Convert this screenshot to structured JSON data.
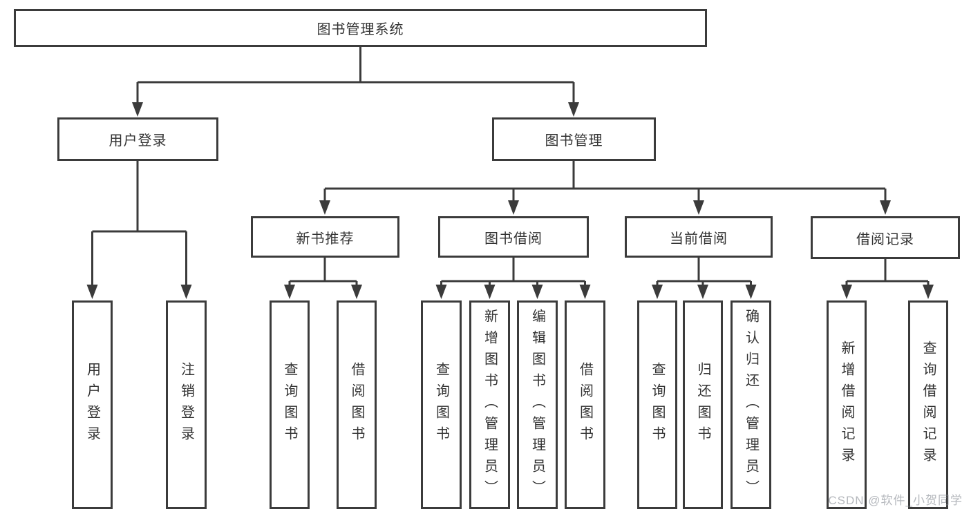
{
  "diagram": {
    "nodes": {
      "root": "图书管理系统",
      "user_login": "用户登录",
      "book_mgmt": "图书管理",
      "new_book_rec": "新书推荐",
      "book_borrow": "图书借阅",
      "current_borrow": "当前借阅",
      "borrow_records": "借阅记录",
      "leaf_user_login": "用户登录",
      "leaf_logout": "注销登录",
      "rec_query_books": "查询图书",
      "rec_borrow_books": "借阅图书",
      "bb_query_books": "查询图书",
      "bb_add_books": "新增图书（管理员）",
      "bb_edit_books": "编辑图书（管理员）",
      "bb_borrow_books": "借阅图书",
      "cb_query_books": "查询图书",
      "cb_return_books": "归还图书",
      "cb_confirm_return": "确认归还（管理员）",
      "br_add_record": "新增借阅记录",
      "br_query_record": "查询借阅记录"
    },
    "hierarchy": {
      "图书管理系统": {
        "用户登录": [
          "用户登录",
          "注销登录"
        ],
        "图书管理": {
          "新书推荐": [
            "查询图书",
            "借阅图书"
          ],
          "图书借阅": [
            "查询图书",
            "新增图书（管理员）",
            "编辑图书（管理员）",
            "借阅图书"
          ],
          "当前借阅": [
            "查询图书",
            "归还图书",
            "确认归还（管理员）"
          ],
          "借阅记录": [
            "新增借阅记录",
            "查询借阅记录"
          ]
        }
      }
    },
    "colors": {
      "line": "#3b3b3b",
      "text": "#333333",
      "background": "#ffffff",
      "watermark": "#878c94"
    }
  },
  "watermark": "CSDN @软件_小贺同学"
}
